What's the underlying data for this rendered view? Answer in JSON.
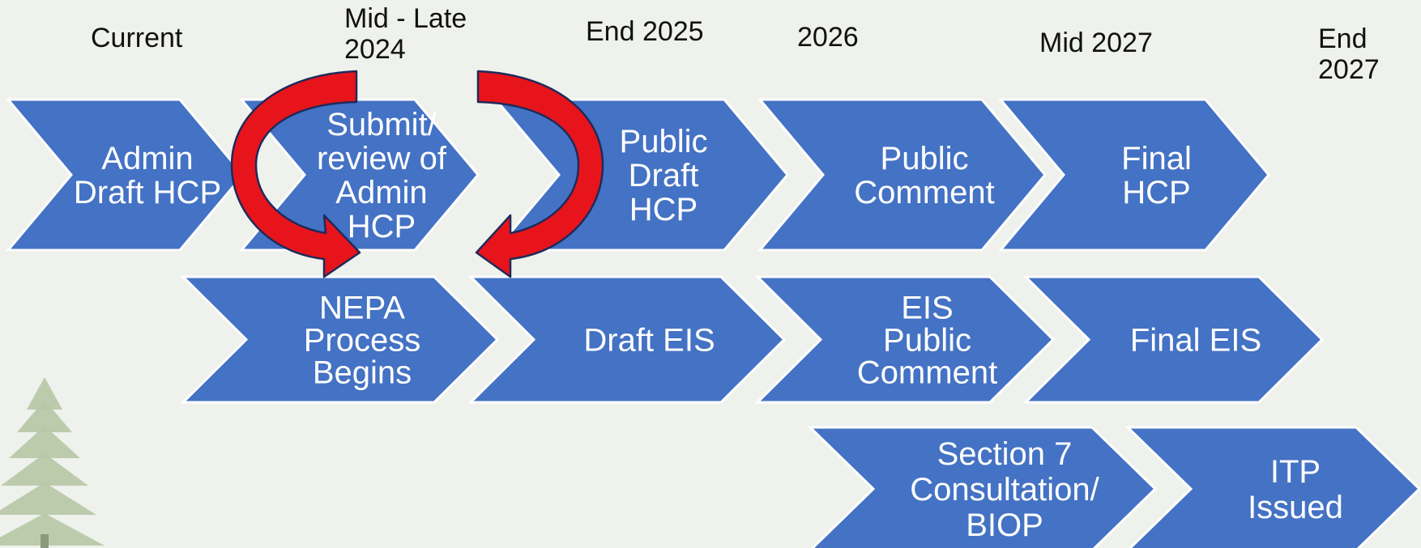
{
  "timeline": {
    "current": "Current",
    "mid_late_2024": "Mid - Late\n2024",
    "end_2025": "End 2025",
    "year_2026": "2026",
    "mid_2027": "Mid 2027",
    "end_2027": "End\n2027"
  },
  "hcp_track": [
    {
      "name": "admin-draft-hcp-chevron",
      "lines": [
        "Admin",
        "Draft HCP"
      ]
    },
    {
      "name": "submit-review-admin-hcp-chevron",
      "lines": [
        "Submit/",
        "review of",
        "Admin",
        "HCP"
      ]
    },
    {
      "name": "public-draft-hcp-chevron",
      "lines": [
        "Public",
        "Draft",
        "HCP"
      ]
    },
    {
      "name": "public-comment-chevron",
      "lines": [
        "Public",
        "Comment"
      ]
    },
    {
      "name": "final-hcp-chevron",
      "lines": [
        "Final",
        "HCP"
      ]
    }
  ],
  "nepa_track": [
    {
      "name": "nepa-process-begins-chevron",
      "lines": [
        "NEPA",
        "Process",
        "Begins"
      ]
    },
    {
      "name": "draft-eis-chevron",
      "lines": [
        "Draft EIS"
      ]
    },
    {
      "name": "eis-public-comment-chevron",
      "lines": [
        "EIS",
        "Public",
        "Comment"
      ]
    },
    {
      "name": "final-eis-chevron",
      "lines": [
        "Final EIS"
      ]
    }
  ],
  "esa_track": [
    {
      "name": "section-7-consultation-chevron",
      "lines": [
        "Section 7",
        "Consultation/",
        "BIOP"
      ]
    },
    {
      "name": "itp-issued-chevron",
      "lines": [
        "ITP",
        "Issued"
      ]
    }
  ],
  "colors": {
    "chevron_fill": "#4472c4",
    "chevron_stroke": "#ffffff",
    "arrow_fill": "#e8141b",
    "arrow_stroke": "#1f2a5a",
    "background": "#eef1ec",
    "tree": "#b7c7a6"
  },
  "icons": {
    "tree": "evergreen-tree-icon",
    "cycle_arrow": "curved-arrow-icon"
  }
}
